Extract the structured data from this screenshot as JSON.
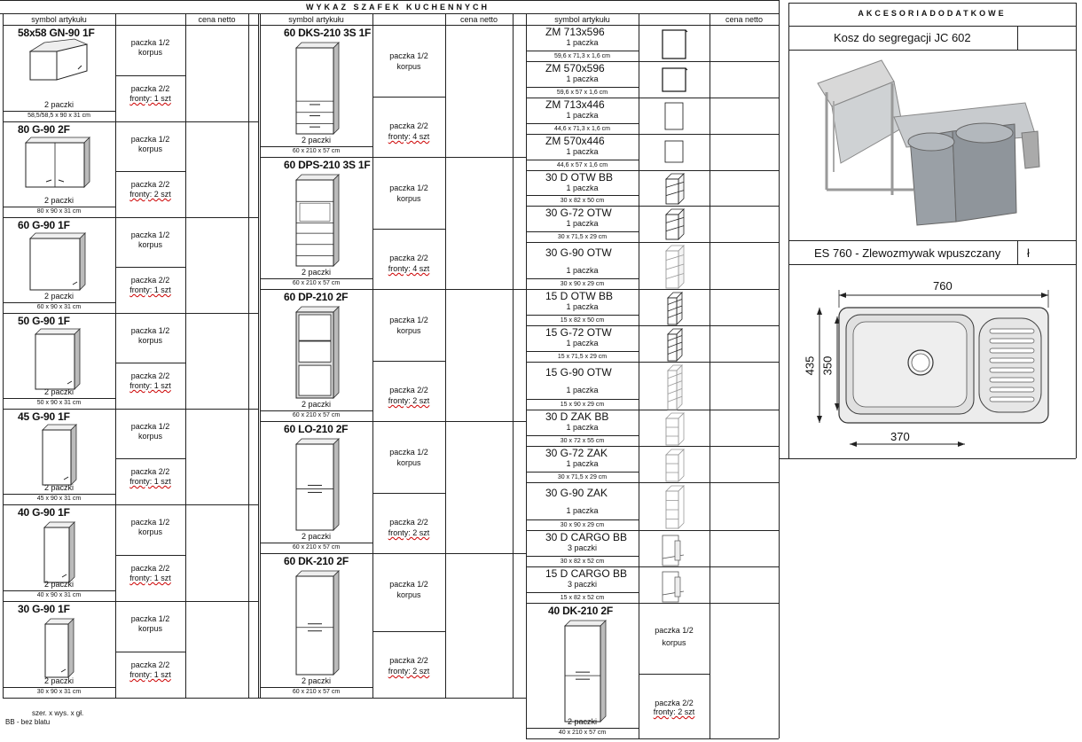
{
  "title": "WYKAZ  SZAFEK KUCHENNYCH",
  "headers": {
    "symbol": "symbol artykułu",
    "price": "cena netto"
  },
  "col1": [
    {
      "code": "58x58 GN-90 1F",
      "pk": "2 paczki",
      "dim": "58,5/58,5 x 90 x 31 cm",
      "p1": "paczka 1/2",
      "p1b": "korpus",
      "p2": "paczka 2/2",
      "p2b": "fronty: 1 szt"
    },
    {
      "code": "80 G-90 2F",
      "pk": "2 paczki",
      "dim": "80 x 90 x 31 cm",
      "p1": "paczka 1/2",
      "p1b": "korpus",
      "p2": "paczka 2/2",
      "p2b": "fronty: 2 szt"
    },
    {
      "code": "60 G-90 1F",
      "pk": "2 paczki",
      "dim": "60 x 90 x 31 cm",
      "p1": "paczka 1/2",
      "p1b": "korpus",
      "p2": "paczka 2/2",
      "p2b": "fronty: 1 szt"
    },
    {
      "code": "50 G-90 1F",
      "pk": "2 paczki",
      "dim": "50 x 90 x 31 cm",
      "p1": "paczka 1/2",
      "p1b": "korpus",
      "p2": "paczka 2/2",
      "p2b": "fronty: 1 szt"
    },
    {
      "code": "45 G-90 1F",
      "pk": "2 paczki",
      "dim": "45 x 90 x 31 cm",
      "p1": "paczka 1/2",
      "p1b": "korpus",
      "p2": "paczka 2/2",
      "p2b": "fronty: 1 szt"
    },
    {
      "code": "40 G-90 1F",
      "pk": "2 paczki",
      "dim": "40 x 90 x 31 cm",
      "p1": "paczka 1/2",
      "p1b": "korpus",
      "p2": "paczka 2/2",
      "p2b": "fronty: 1 szt"
    },
    {
      "code": "30 G-90 1F",
      "pk": "2 paczki",
      "dim": "30 x 90 x 31 cm",
      "p1": "paczka 1/2",
      "p1b": "korpus",
      "p2": "paczka 2/2",
      "p2b": "fronty: 1 szt"
    }
  ],
  "col2": [
    {
      "code": "60 DKS-210 3S 1F",
      "pk": "2 paczki",
      "dim": "60 x 210 x 57 cm",
      "p1": "paczka 1/2",
      "p1b": "korpus",
      "p2": "paczka 2/2",
      "p2b": "fronty: 4 szt"
    },
    {
      "code": "60 DPS-210 3S 1F",
      "pk": "2 paczki",
      "dim": "60 x 210 x 57 cm",
      "p1": "paczka 1/2",
      "p1b": "korpus",
      "p2": "paczka 2/2",
      "p2b": "fronty: 4 szt"
    },
    {
      "code": "60 DP-210 2F",
      "pk": "2 paczki",
      "dim": "60 x 210 x 57 cm",
      "p1": "paczka 1/2",
      "p1b": "korpus",
      "p2": "paczka 2/2",
      "p2b": "fronty: 2 szt"
    },
    {
      "code": "60 LO-210 2F",
      "pk": "2 paczki",
      "dim": "60 x 210 x 57 cm",
      "p1": "paczka 1/2",
      "p1b": "korpus",
      "p2": "paczka 2/2",
      "p2b": "fronty: 2 szt"
    },
    {
      "code": "60 DK-210 2F",
      "pk": "2 paczki",
      "dim": "60 x 210 x 57 cm",
      "p1": "paczka 1/2",
      "p1b": "korpus",
      "p2": "paczka 2/2",
      "p2b": "fronty: 2 szt"
    }
  ],
  "col3": [
    {
      "code": "ZM 713x596",
      "pk": "1 paczka",
      "dim": "59,6 x 71,3 x 1,6 cm"
    },
    {
      "code": "ZM 570x596",
      "pk": "1 paczka",
      "dim": "59,6 x 57 x 1,6 cm"
    },
    {
      "code": "ZM 713x446",
      "pk": "1 paczka",
      "dim": "44,6 x 71,3 x 1,6 cm"
    },
    {
      "code": "ZM 570x446",
      "pk": "1 paczka",
      "dim": "44,6 x 57 x 1,6 cm"
    },
    {
      "code": "30 D OTW BB",
      "pk": "1 paczka",
      "dim": "30 x 82 x 50 cm"
    },
    {
      "code": "30 G-72 OTW",
      "pk": "1 paczka",
      "dim": "30 x 71,5 x 29 cm"
    },
    {
      "code": "30 G-90 OTW",
      "pk": "1 paczka",
      "dim": "30 x 90 x 29 cm"
    },
    {
      "code": "15 D OTW BB",
      "pk": "1 paczka",
      "dim": "15 x 82 x 50 cm"
    },
    {
      "code": "15 G-72 OTW",
      "pk": "1 paczka",
      "dim": "15 x 71,5 x 29 cm"
    },
    {
      "code": "15 G-90 OTW",
      "pk": "1 paczka",
      "dim": "15 x 90 x 29 cm"
    },
    {
      "code": "30 D ZAK BB",
      "pk": "1 paczka",
      "dim": "30 x 72 x 55 cm"
    },
    {
      "code": "30 G-72 ZAK",
      "pk": "1 paczka",
      "dim": "30 x 71,5 x 29 cm"
    },
    {
      "code": "30 G-90 ZAK",
      "pk": "1 paczka",
      "dim": "30 x 90 x 29 cm"
    },
    {
      "code": "30 D CARGO BB",
      "pk": "3 paczki",
      "dim": "30 x 82 x 52 cm"
    },
    {
      "code": "15 D CARGO BB",
      "pk": "3 paczki",
      "dim": "15 x 82 x 52 cm"
    }
  ],
  "col3_last": {
    "code": "40 DK-210 2F",
    "pk": "2 paczki",
    "dim": "40 x 210 x 57 cm",
    "p1": "paczka 1/2",
    "p1b": "korpus",
    "p2": "paczka 2/2",
    "p2b": "fronty: 2 szt"
  },
  "accessories": {
    "header": "AKCESORIADODATKOWE",
    "item1": "Kosz do segregacji JC 602",
    "item2": "ES 760 - Zlewozmywak wpuszczany",
    "item2_price": "ł",
    "sink_w": "760",
    "sink_h1": "435",
    "sink_h2": "350",
    "sink_bowl": "370"
  },
  "footer": {
    "axes": "szer.  x  wys.  x  gł.",
    "note": "BB - bez blatu"
  }
}
